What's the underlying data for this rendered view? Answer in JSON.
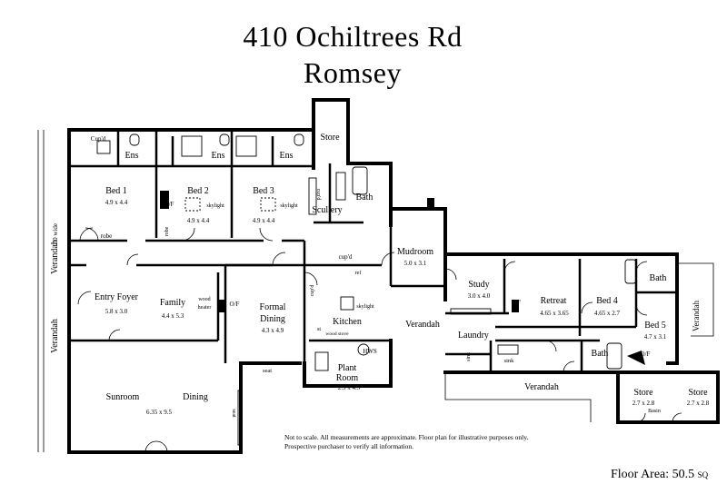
{
  "title": {
    "line1": "410 Ochiltrees Rd",
    "line2": "Romsey"
  },
  "rooms": {
    "bed1": {
      "name": "Bed 1",
      "size": "4.9 x 4.4"
    },
    "bed2": {
      "name": "Bed 2",
      "size": "4.9 x 4.4"
    },
    "bed3": {
      "name": "Bed 3",
      "size": "4.9 x 4.4"
    },
    "entry": {
      "name": "Entry Foyer",
      "size": "5.8 x 3.0"
    },
    "family": {
      "name": "Family",
      "size": "4.4 x 5.3"
    },
    "formal": {
      "name": "Formal",
      "name2": "Dining",
      "size": "4.3 x 4.9"
    },
    "sunroom": {
      "name": "Sunroom"
    },
    "dining": {
      "name": "Dining",
      "size": "6.35 x 9.5"
    },
    "kitchen": {
      "name": "Kitchen"
    },
    "scullery": {
      "name": "Scullery"
    },
    "store_top": {
      "name": "Store"
    },
    "mudroom": {
      "name": "Mudroom",
      "size": "5.0 x 3.1"
    },
    "plant": {
      "name": "Plant",
      "name2": "Room",
      "size": "2.9 x 4.5"
    },
    "study": {
      "name": "Study",
      "size": "3.0 x 4.0"
    },
    "retreat": {
      "name": "Retreat",
      "size": "4.65 x 3.65"
    },
    "bed4": {
      "name": "Bed 4",
      "size": "4.65 x 2.7"
    },
    "bed5": {
      "name": "Bed 5",
      "size": "4.7 x 3.1"
    },
    "laundry": {
      "name": "Laundry"
    },
    "store2": {
      "name": "Store",
      "size": "2.7 x 2.8"
    },
    "store3": {
      "name": "Store",
      "size": "2.7 x 2.8"
    }
  },
  "fixtures": {
    "ens": "Ens",
    "bath": "Bath",
    "cupd": "Cup'd",
    "cupd2": "cup'd",
    "robe": "robe",
    "of": "O/F",
    "skylight": "skylight",
    "wood": "wood",
    "heater": "heater",
    "wood_stove": "wood stove",
    "st": "st",
    "hws": "HWS",
    "sink": "sink",
    "seat": "seat",
    "ref": "ref",
    "basin": "Basin",
    "verandah": "Verandah"
  },
  "verandah_side": {
    "label": "Verandah",
    "width": "2.0 wide"
  },
  "notes": [
    "Not to scale. All measurements are approximate. Floor plan for illustrative purposes only.",
    "Prospective purchaser to verify all information."
  ],
  "floor_area": {
    "label": "Floor Area:",
    "value": "50.5",
    "unit": "SQ"
  }
}
